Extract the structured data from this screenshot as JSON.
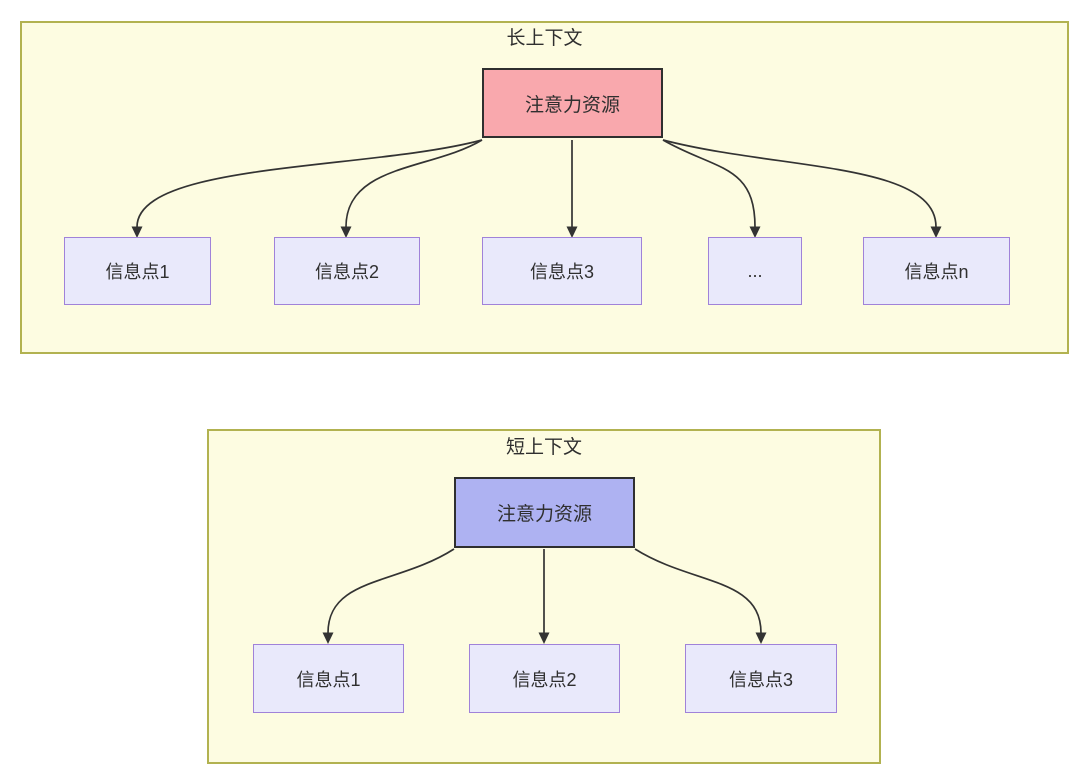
{
  "long_context": {
    "title": "长上下文",
    "attention_label": "注意力资源",
    "nodes": [
      "信息点1",
      "信息点2",
      "信息点3",
      "...",
      "信息点n"
    ]
  },
  "short_context": {
    "title": "短上下文",
    "attention_label": "注意力资源",
    "nodes": [
      "信息点1",
      "信息点2",
      "信息点3"
    ]
  },
  "colors": {
    "container_fill": "#fdfce1",
    "container_border": "#b2b250",
    "attention_long_fill": "#f9a8ad",
    "attention_short_fill": "#aeb2f2",
    "attention_border": "#2f2f2f",
    "node_fill": "#e9e9fb",
    "node_border": "#a082d9",
    "arrow": "#333333",
    "text": "#2f2f2f"
  }
}
